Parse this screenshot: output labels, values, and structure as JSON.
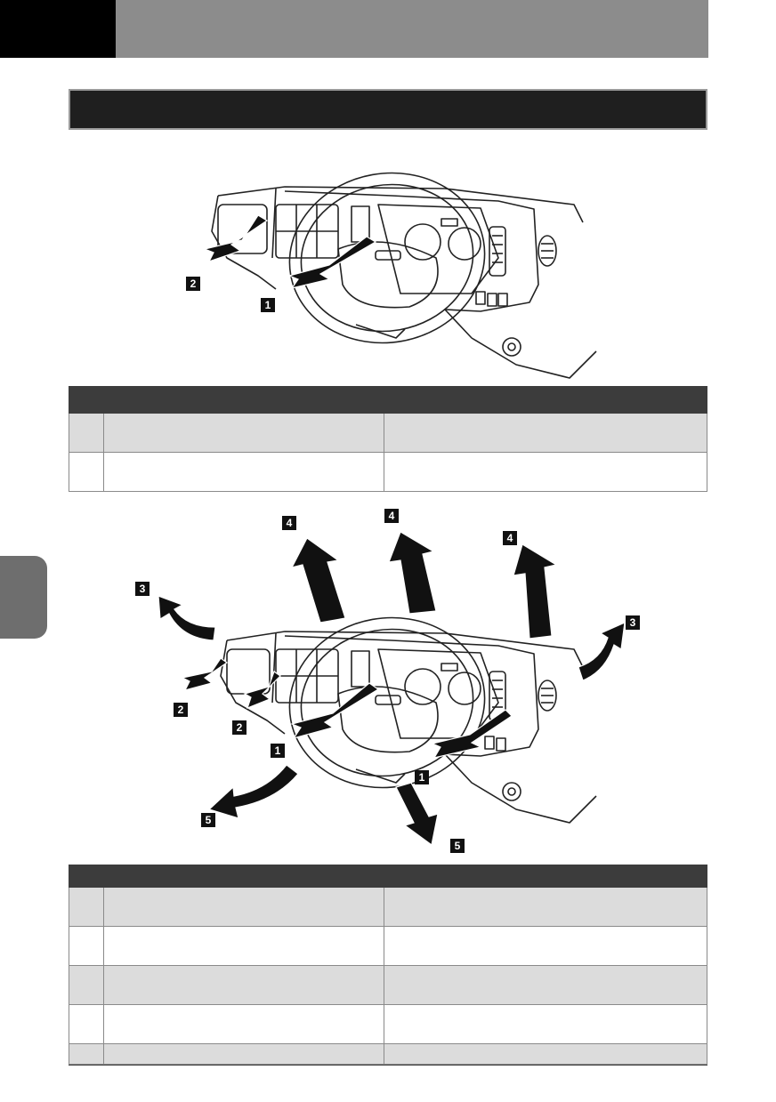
{
  "callouts": {
    "fig1": [
      "2",
      "1"
    ],
    "fig2": [
      "4",
      "4",
      "4",
      "3",
      "3",
      "2",
      "2",
      "1",
      "1",
      "5",
      "5"
    ]
  },
  "colors": {
    "header_black": "#000000",
    "header_gray": "#8c8c8c",
    "section_bar": "#1f1f1f",
    "table_head": "#3c3c3c",
    "row_shade": "#dcdcdc",
    "side_tab": "#6e6e6e"
  },
  "table1": {
    "columns": [
      "",
      "",
      ""
    ],
    "rows": [
      [
        "",
        "",
        ""
      ],
      [
        "",
        "",
        ""
      ]
    ]
  },
  "table2": {
    "columns": [
      "",
      "",
      ""
    ],
    "rows": [
      [
        "",
        "",
        ""
      ],
      [
        "",
        "",
        ""
      ],
      [
        "",
        "",
        ""
      ],
      [
        "",
        "",
        ""
      ],
      [
        "",
        "",
        ""
      ]
    ]
  }
}
